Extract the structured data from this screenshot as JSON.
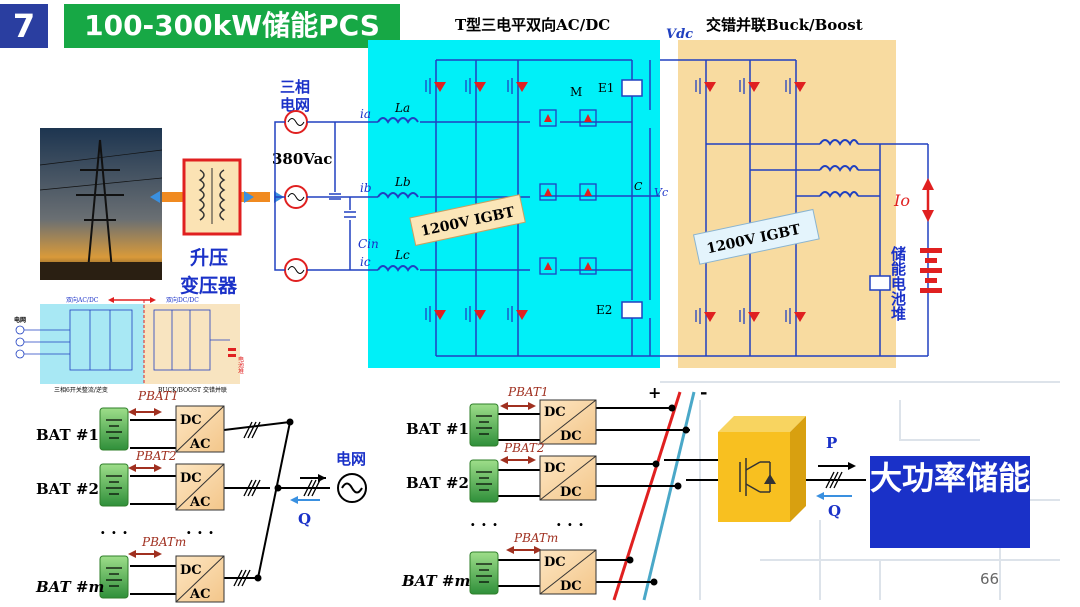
{
  "slide": {
    "number": "7",
    "title": "100-300kW储能PCS",
    "page_number": "66"
  },
  "top_diagram": {
    "tl_header": "T型三电平双向AC/DC",
    "vdc_label": "Vdc",
    "buck_header": "交错并联Buck/Boost",
    "grid_label_1": "三相",
    "grid_label_2": "电网",
    "vac_label": "380Vac",
    "transformer_label_1": "升压",
    "transformer_label_2": "变压器",
    "ia": "ia",
    "ib": "ib",
    "ic": "ic",
    "La": "La",
    "Lb": "Lb",
    "Lc": "Lc",
    "Cin": "Cin",
    "M": "M",
    "E1": "E1",
    "E2": "E2",
    "C": "C",
    "Vc": "Vc",
    "igbt_left": "1200V IGBT",
    "igbt_right": "1200V IGBT",
    "Io": "Io",
    "battery_stack": "储能电池堆"
  },
  "thumbnail": {
    "label_acdc": "双向AC/DC",
    "label_dcdc": "双向DC/DC",
    "grid": "电网",
    "battery": "电池堆",
    "caption_left": "三相6开关整流/逆变",
    "caption_right": "BUCK/BOOST 交错并联"
  },
  "bottom_left": {
    "bat1": "BAT #1",
    "bat2": "BAT #2",
    "batm": "BAT #m",
    "p1": "PBAT1",
    "p2": "PBAT2",
    "pm": "PBATm",
    "dc": "DC",
    "ac": "AC",
    "dots": "· · ·",
    "grid": "电网",
    "q": "Q"
  },
  "bottom_right": {
    "bat1": "BAT #1",
    "bat2": "BAT #2",
    "batm": "BAT #m",
    "p1": "PBAT1",
    "p2": "PBAT2",
    "pm": "PBATm",
    "dc": "DC",
    "plus": "+",
    "minus": "-",
    "p": "P",
    "q": "Q",
    "big_label": "大功率储能"
  }
}
